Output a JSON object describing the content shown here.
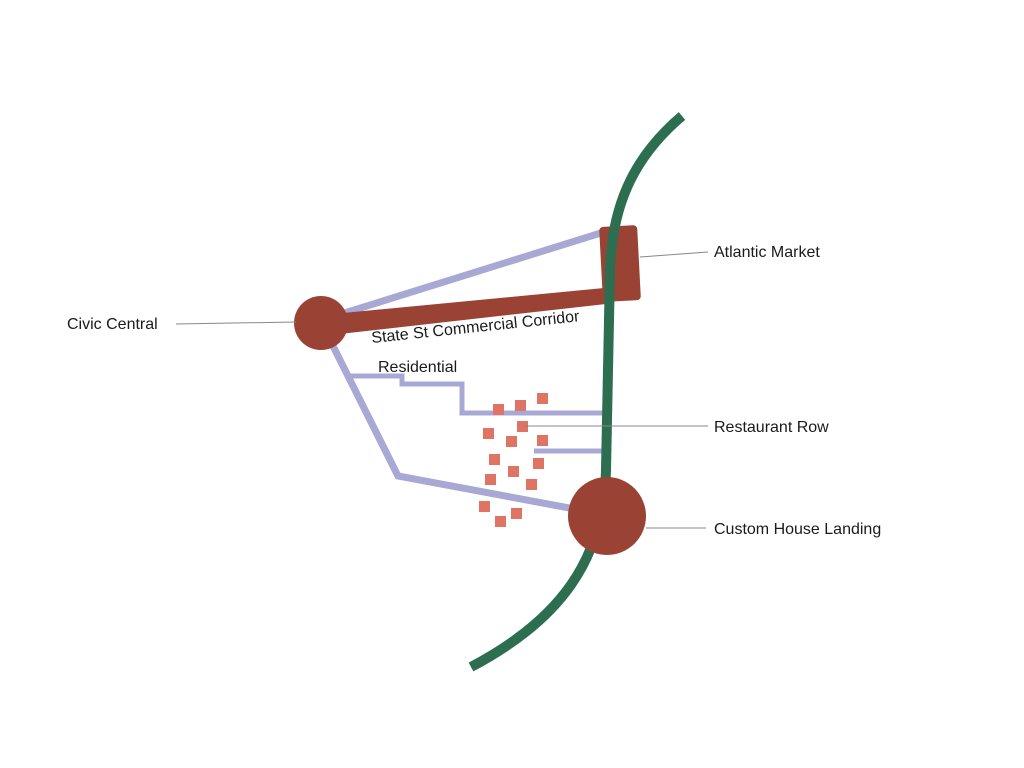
{
  "diagram": {
    "colors": {
      "waterfront": "#2c6e4f",
      "commercial": "#9a4335",
      "residential": "#a8a8d4",
      "restaurants": "#e07464",
      "leader": "#888888",
      "text": "#1a1a1a"
    },
    "nodes": [
      {
        "id": "civic",
        "label": "Civic Central",
        "type": "hub"
      },
      {
        "id": "atlantic",
        "label": "Atlantic Market",
        "type": "market"
      },
      {
        "id": "restaurant",
        "label": "Restaurant Row",
        "type": "cluster"
      },
      {
        "id": "custom",
        "label": "Custom House Landing",
        "type": "hub"
      }
    ],
    "corridors": [
      {
        "id": "state-st",
        "label": "State St Commercial Corridor",
        "kind": "commercial"
      },
      {
        "id": "residential",
        "label": "Residential",
        "kind": "residential"
      }
    ],
    "restaurant_count": 16
  }
}
